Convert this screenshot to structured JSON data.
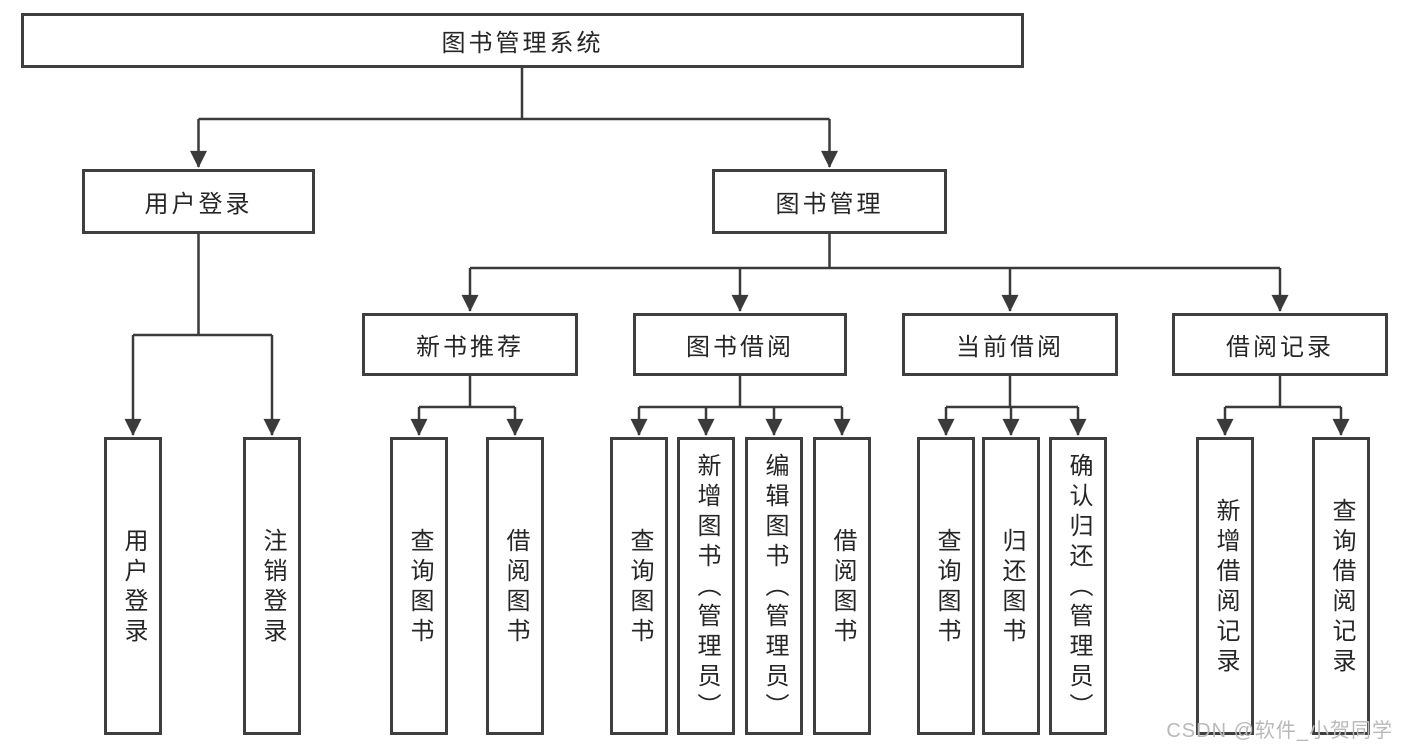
{
  "diagram_type": "functional-structure-tree",
  "colors": {
    "background": "#ffffff",
    "line": "#3a3a3a",
    "box_border": "#3f3f3f",
    "box_fill": "#ffffff",
    "text": "#262626",
    "watermark": "#b9b9b9"
  },
  "tree": {
    "label": "图书管理系统",
    "children": [
      {
        "label": "用户登录",
        "children": [
          {
            "label": "用户登录"
          },
          {
            "label": "注销登录"
          }
        ]
      },
      {
        "label": "图书管理",
        "children": [
          {
            "label": "新书推荐",
            "children": [
              {
                "label": "查询图书"
              },
              {
                "label": "借阅图书"
              }
            ]
          },
          {
            "label": "图书借阅",
            "children": [
              {
                "label": "查询图书"
              },
              {
                "label": "新增图书（管理员）"
              },
              {
                "label": "编辑图书（管理员）"
              },
              {
                "label": "借阅图书"
              }
            ]
          },
          {
            "label": "当前借阅",
            "children": [
              {
                "label": "查询图书"
              },
              {
                "label": "归还图书"
              },
              {
                "label": "确认归还（管理员）"
              }
            ]
          },
          {
            "label": "借阅记录",
            "children": [
              {
                "label": "新增借阅记录"
              },
              {
                "label": "查询借阅记录"
              }
            ]
          }
        ]
      }
    ]
  },
  "watermark": {
    "text": "CSDN @软件_小贺同学"
  }
}
